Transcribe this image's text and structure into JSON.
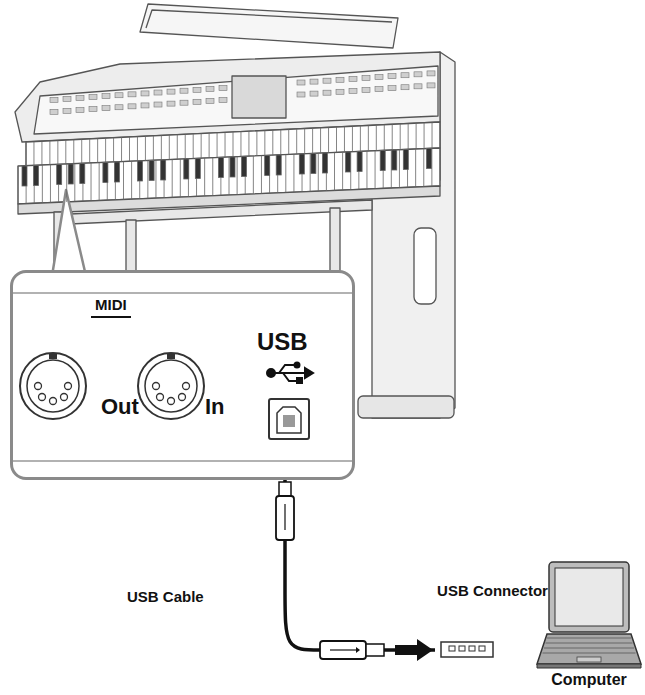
{
  "diagram": {
    "nodes": [
      {
        "text": [
          "MIDI",
          "Out",
          "In",
          "USB"
        ]
      },
      {
        "text": [
          "USB Connector"
        ]
      },
      {
        "text": [
          "Computer"
        ]
      }
    ],
    "edges": [
      {
        "from": 0,
        "to": 1,
        "arrow": "to",
        "label": "USB Cable"
      }
    ]
  }
}
